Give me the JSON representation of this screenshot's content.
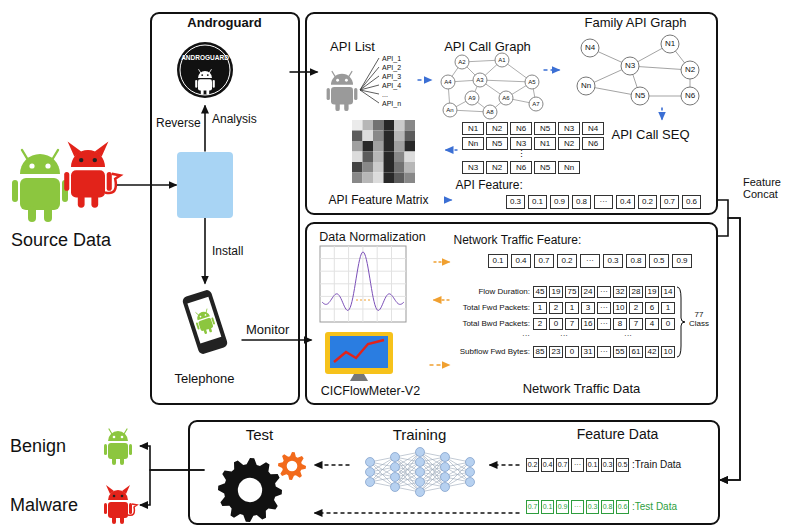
{
  "diagram": {
    "nodes": [
      {
        "text": [
          "Source Data"
        ]
      },
      {
        "text": []
      },
      {
        "text": [
          "Androguard"
        ],
        "in": 1
      },
      {
        "text": [],
        "in": 1
      },
      {
        "text": [
          "Telephone"
        ],
        "in": 1
      },
      {
        "text": []
      },
      {
        "text": [
          "API List"
        ],
        "in": 5
      },
      {
        "text": [
          "API Call Graph"
        ],
        "in": 5
      },
      {
        "text": [
          "Family API Graph"
        ],
        "in": 5
      },
      {
        "text": [
          "API Call SEQ"
        ],
        "in": 5
      },
      {
        "text": [
          "API Feature Matrix"
        ],
        "in": 5
      },
      {
        "text": [
          "API Feature:"
        ],
        "in": 5
      },
      {
        "text": []
      },
      {
        "text": [
          "Data Normalization"
        ],
        "in": 12
      },
      {
        "text": [
          "Network Traffic Feature:"
        ],
        "in": 12
      },
      {
        "text": [
          "CICFlowMeter-V2"
        ],
        "in": 12
      },
      {
        "text": [
          "Network Traffic Data"
        ],
        "in": 12
      },
      {
        "text": []
      },
      {
        "text": [
          "Test"
        ],
        "in": 17
      },
      {
        "text": [
          "Training"
        ],
        "in": 17
      },
      {
        "text": [
          "Feature Data"
        ],
        "in": 17
      },
      {
        "text": [
          "Benign"
        ]
      },
      {
        "text": [
          "Malware"
        ]
      }
    ],
    "edges": [
      {
        "from": 0,
        "to": 3,
        "arrow": "to"
      },
      {
        "from": 3,
        "to": 2,
        "arrow": "to",
        "label": "Analysis"
      },
      {
        "from": 3,
        "to": 4,
        "arrow": "to",
        "label": "Install"
      },
      {
        "from": 2,
        "to": 6,
        "arrow": "to"
      },
      {
        "from": 6,
        "to": 7,
        "arrow": "to"
      },
      {
        "from": 7,
        "to": 8,
        "arrow": "to"
      },
      {
        "from": 8,
        "to": 9,
        "arrow": "to"
      },
      {
        "from": 9,
        "to": 10,
        "arrow": "to"
      },
      {
        "from": 10,
        "to": 11,
        "arrow": "to"
      },
      {
        "from": 4,
        "to": 15,
        "arrow": "to",
        "label": "Monitor"
      },
      {
        "from": 15,
        "to": 16,
        "arrow": "to"
      },
      {
        "from": 16,
        "to": 13,
        "arrow": "to"
      },
      {
        "from": 13,
        "to": 14,
        "arrow": "to"
      },
      {
        "from": 5,
        "to": 17,
        "arrow": "to",
        "label": "Feature Concat"
      },
      {
        "from": 12,
        "to": 17,
        "arrow": "to"
      },
      {
        "from": 20,
        "to": 19,
        "arrow": "to"
      },
      {
        "from": 19,
        "to": 18,
        "arrow": "to"
      },
      {
        "from": 20,
        "to": 18,
        "arrow": "to"
      },
      {
        "from": 18,
        "to": 21,
        "arrow": "to"
      },
      {
        "from": 18,
        "to": 22,
        "arrow": "to"
      }
    ],
    "labels": [
      "Reverse",
      "ANDROGUARD",
      "API_1",
      "API_2",
      "API_3",
      "API_4",
      "...",
      "API_n",
      "A2",
      "A1",
      "A4",
      "A3",
      "A5",
      "A9",
      "A6",
      "A7",
      "An",
      "A8",
      "N4",
      "N1",
      "Nn",
      "N3",
      "N2",
      "N5",
      "N6",
      "N1",
      "N2",
      "N6",
      "N5",
      "N3",
      "N4",
      "Nn",
      "N5",
      "N3",
      "N1",
      "N2",
      "N6",
      "⋮",
      "N3",
      "N2",
      "N6",
      "N5",
      "Nn",
      "0.3",
      "0.1",
      "0.9",
      "0.8",
      "···",
      "0.4",
      "0.2",
      "0.7",
      "0.6",
      "0.1",
      "0.4",
      "0.7",
      "0.2",
      "···",
      "0.3",
      "0.8",
      "0.5",
      "0.9",
      "Flow Duration:",
      "45",
      "19",
      "75",
      "24",
      "···",
      "32",
      "28",
      "19",
      "14",
      "Total Fwd Packets:",
      "1",
      "2",
      "1",
      "3",
      "···",
      "10",
      "2",
      "6",
      "1",
      "Total Bwd Packets:",
      "2",
      "0",
      "7",
      "16",
      "···",
      "8",
      "7",
      "4",
      "0",
      "···",
      "···",
      "···",
      "Subflow Fwd Bytes:",
      "85",
      "23",
      "0",
      "31",
      "···",
      "55",
      "61",
      "42",
      "10",
      "77 Class",
      "0.2",
      "0.4",
      "0.7",
      "···",
      "0.1",
      "0.3",
      "0.5",
      ":Train Data",
      "0.7",
      "0.1",
      "0.9",
      "···",
      "0.3",
      "0.8",
      "0.6",
      ":Test Data"
    ]
  }
}
